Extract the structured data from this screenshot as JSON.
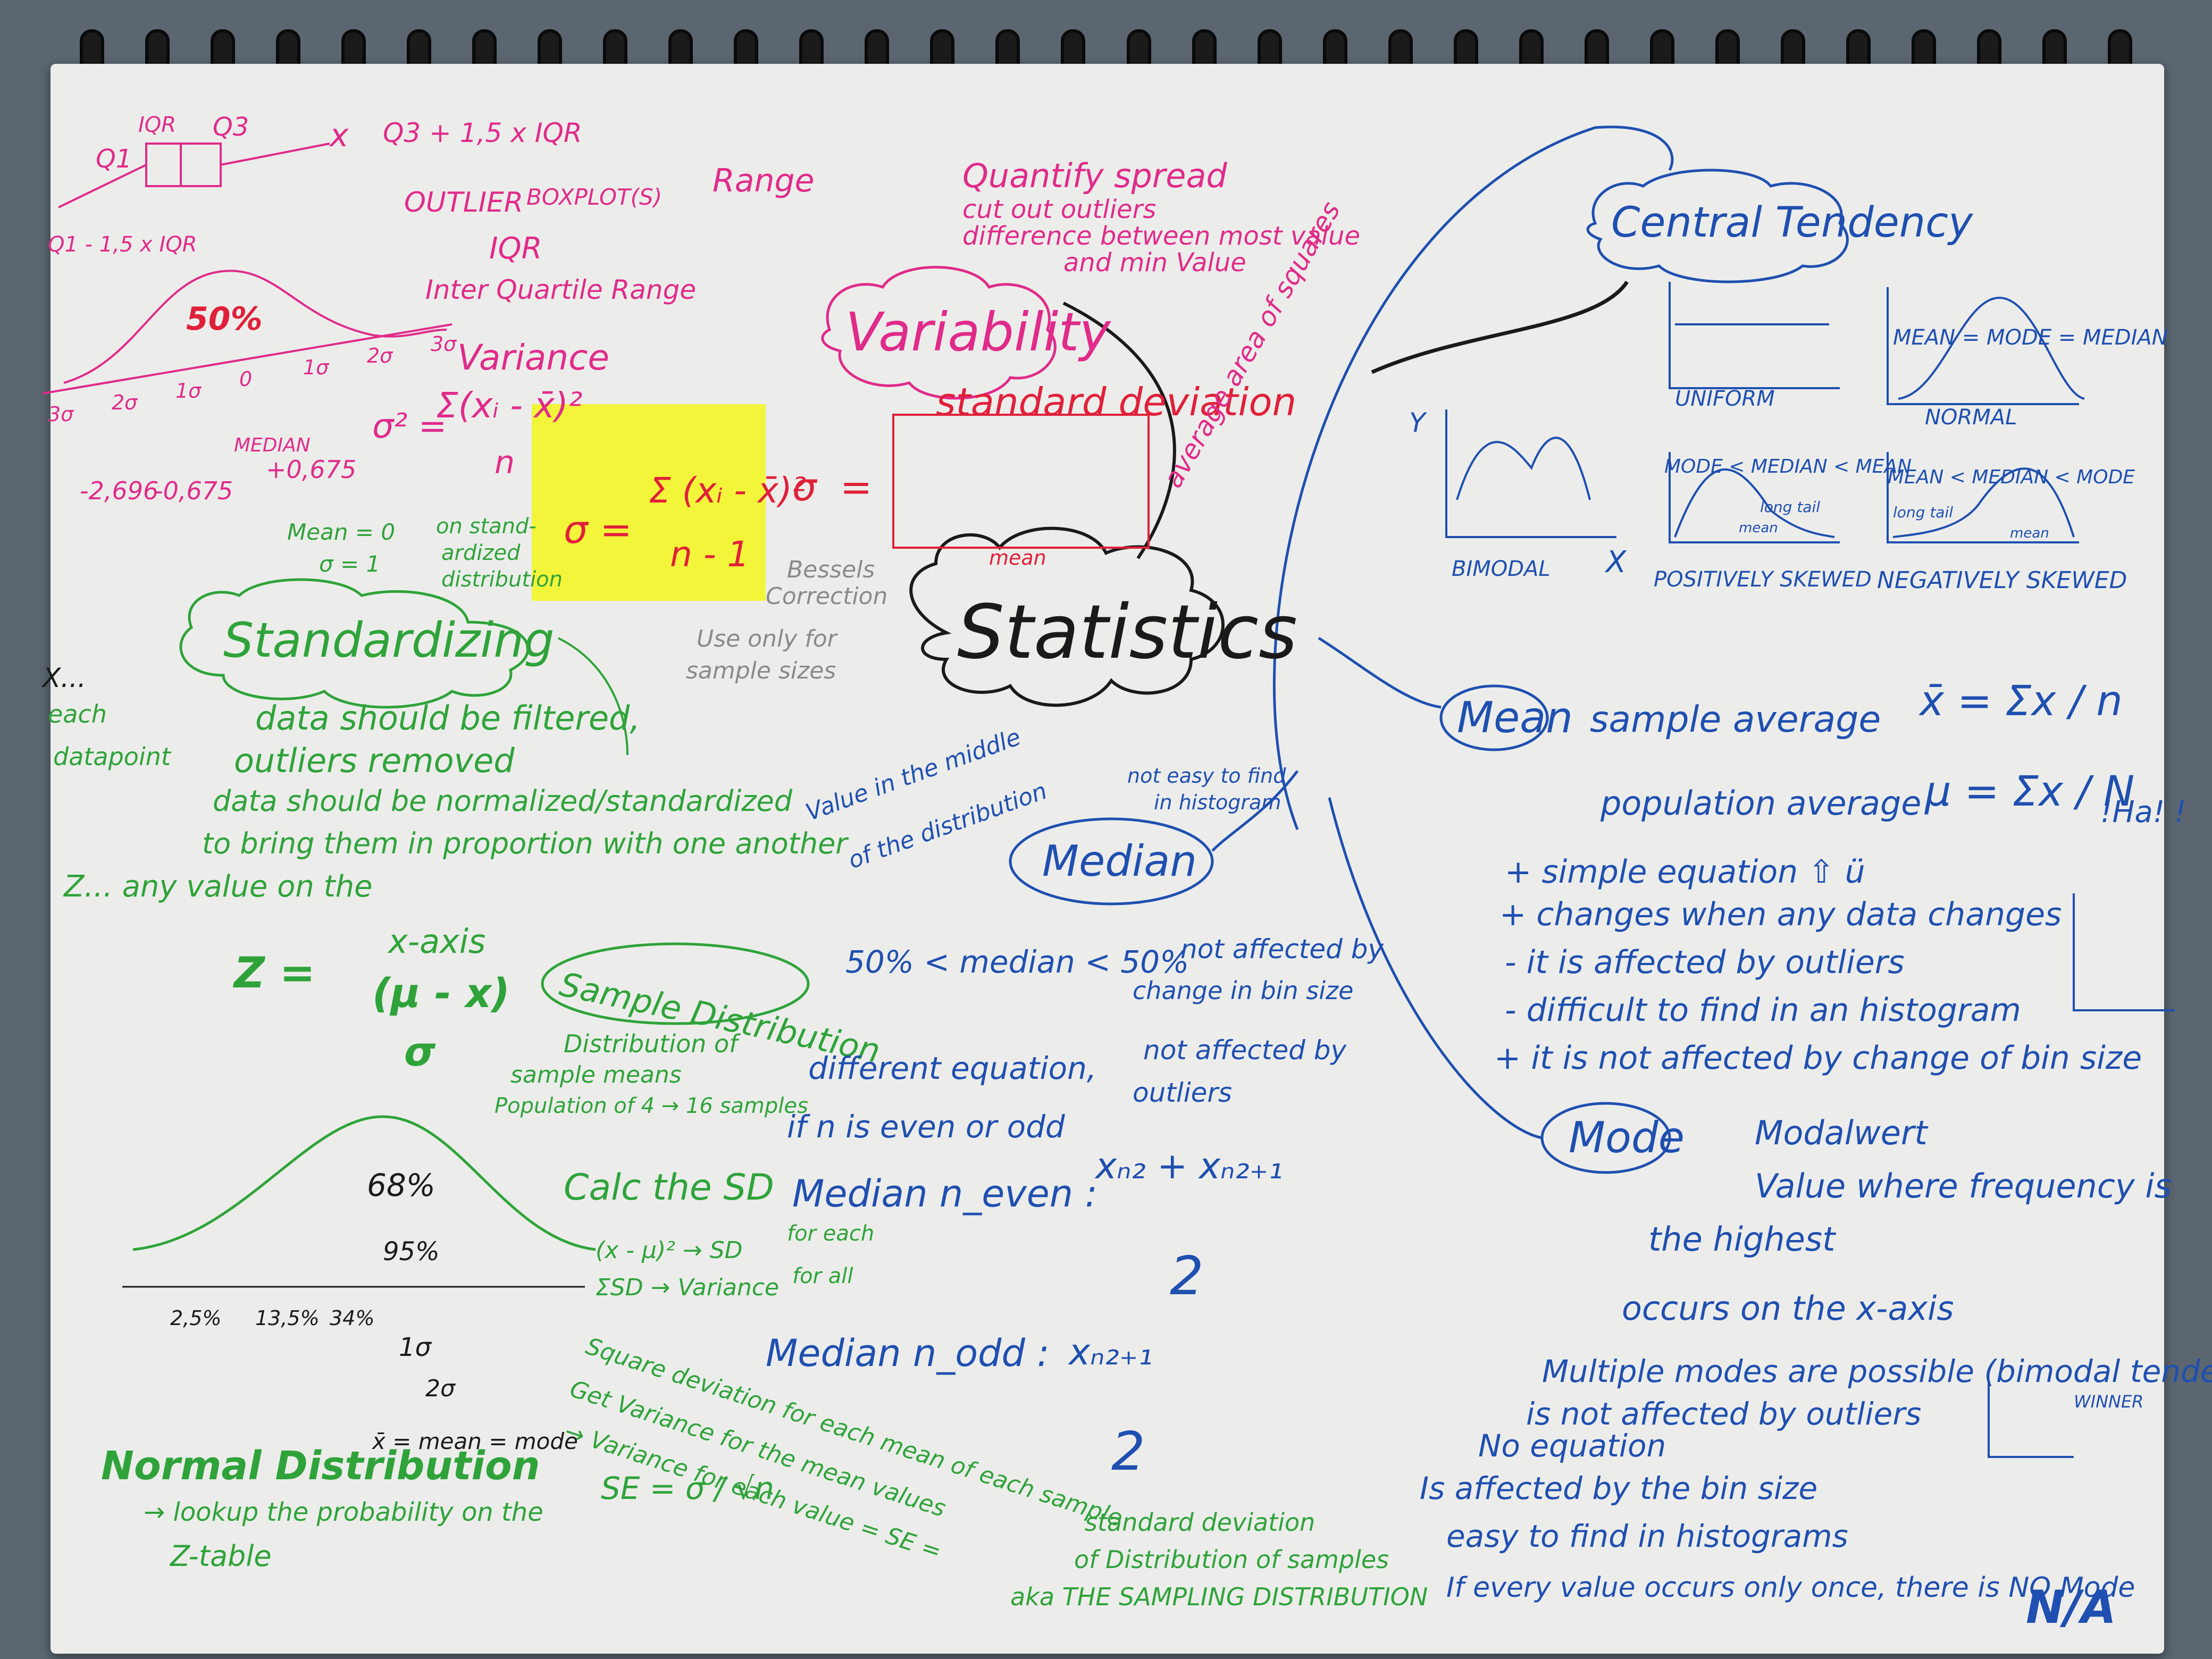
{
  "center": "Statistics",
  "variability": {
    "title": "Variability",
    "range": "Range",
    "purpose": [
      "Quantify spread",
      "cut out outliers",
      "difference between most value",
      "and min Value"
    ],
    "boxplot": {
      "q1": "Q1",
      "iqr": "IQR",
      "q3": "Q3",
      "upper_whisker": "Q3 + 1,5 x IQR",
      "lower_whisker": "Q1 - 1,5 x IQR",
      "outlier": "OUTLIER",
      "boxplots": "BOXPLOT(S)",
      "x_mark": "x"
    },
    "iqr_label": "IQR",
    "iqr_full": "Inter Quartile Range",
    "bell": {
      "pct": "50%",
      "ticks": [
        "3σ",
        "2σ",
        "1σ",
        "0",
        "1σ",
        "2σ",
        "3σ"
      ],
      "quartiles": [
        "-2,696",
        "-0,675",
        "+0,675"
      ],
      "median": "MEDIAN"
    },
    "variance_title": "Variance",
    "variance_lhs": "σ² =",
    "variance_num": "Σ(xᵢ - x̄)²",
    "variance_den": "n",
    "sd_title": "standard deviation",
    "sd_lhs": "σ =",
    "sd_num": "Σ (xᵢ - x̄)²",
    "sd_den": "n - 1",
    "sd_sym": "σ",
    "sd_eq": "=",
    "bessel": [
      "Bessels",
      "Correction"
    ],
    "use_only": [
      "Use only for",
      "sample sizes"
    ],
    "average_area": "average area of squares",
    "mean_mark": "mean"
  },
  "standardizing": {
    "title": "Standardizing",
    "note": [
      "Mean = 0",
      "σ = 1",
      "on stand-",
      "ardized",
      "distribution"
    ],
    "bullets": [
      "data should be filtered,",
      "outliers removed",
      "data should be normalized/standardized",
      "to bring them in proportion with one another"
    ],
    "x_note": [
      "X...",
      "each",
      "datapoint"
    ],
    "z_note": "Z... any value on the",
    "xaxis": "x-axis",
    "z_lhs": "Z =",
    "z_num": "(μ - x)",
    "z_den": "σ"
  },
  "sample_distribution": {
    "title": "Sample Distribution",
    "desc": [
      "Distribution of",
      "sample means",
      "Population of 4 → 16 samples"
    ],
    "calc": "Calc the SD",
    "steps": [
      "(x - μ)² → SD",
      "ΣSD → Variance"
    ],
    "for_each": "for each",
    "for_all": "for all",
    "step3": "Square deviation for each mean of each sample",
    "step4": "Get Variance for the mean values",
    "step4b": "→ Variance for each value = SE =",
    "se": "SE = σ / √n",
    "sd_of": "standard deviation",
    "sd_of2": "of Distribution of samples",
    "aka": "aka THE SAMPLING DISTRIBUTION"
  },
  "normal": {
    "title": "Normal Distribution",
    "lookup": [
      "→ lookup the probability on the",
      "Z-table"
    ],
    "pct68": "68%",
    "pct95": "95%",
    "bottom": [
      "2,5%",
      "13,5%",
      "34%"
    ],
    "one_sigma": "1σ",
    "two_sigma": "2σ",
    "center": "x̄ = mean = mode"
  },
  "median": {
    "title": "Median",
    "desc": [
      "Value in the middle",
      "of the distribution"
    ],
    "hard": [
      "not easy to find",
      "in histogram"
    ],
    "split": "50% < median < 50%",
    "not_bins": [
      "not affected by",
      "change in bin size"
    ],
    "not_outliers": [
      "not affected by",
      "outliers"
    ],
    "diff": [
      "different equation,",
      "if n is even or odd"
    ],
    "even_label": "Median n_even :",
    "even_num": "xₙ₂ + xₙ₂₊₁",
    "even_den": "2",
    "odd_label": "Median n_odd :",
    "odd_num": "xₙ₂₊₁",
    "odd_den": "2"
  },
  "central": {
    "title": "Central Tendency",
    "charts": [
      "UNIFORM",
      "NORMAL",
      "BIMODAL",
      "POSITIVELY SKEWED",
      "NEGATIVELY SKEWED"
    ],
    "normal_lbl": "MEAN = MODE = MEDIAN",
    "pos_lbl": "MODE < MEDIAN < MEAN",
    "neg_lbl": "MEAN < MEDIAN < MODE",
    "long_tail": "long tail",
    "mean_small": "mean",
    "axis_y": "Y",
    "axis_x": "X"
  },
  "mean": {
    "title": "Mean",
    "sample": "sample average",
    "sample_eq": "x̄ = Σx / n",
    "population": "population average",
    "pop_eq": "μ = Σx / N",
    "note": "!Ha! !",
    "props": [
      "+ simple equation ⇧ ü",
      "+ changes when any data changes",
      "- it is affected by outliers",
      "- difficult to find in an histogram",
      "+ it is not affected by change of bin size"
    ]
  },
  "mode": {
    "title": "Mode",
    "props": [
      "Modalwert",
      "Value where frequency is",
      "the highest",
      "occurs on the x-axis",
      "Multiple modes are possible (bimodal tendency)",
      "is not affected by outliers",
      "No equation",
      "Is affected by the bin size",
      "easy to find in histograms",
      "If every value occurs only once, there is NO Mode"
    ],
    "na": "N/A",
    "winner": "WINNER"
  }
}
